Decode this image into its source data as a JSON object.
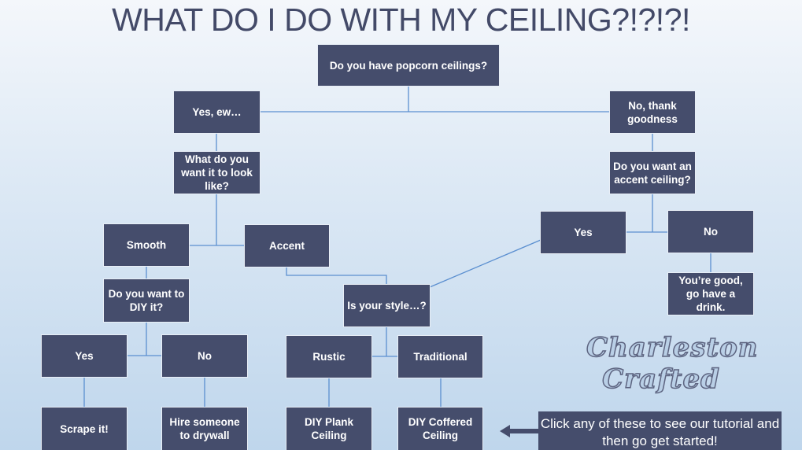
{
  "title": "WHAT DO I DO WITH MY CEILING?!?!?!",
  "nodes": {
    "popcorn": "Do you have popcorn ceilings?",
    "yes_ew": "Yes, ew…",
    "no_thank": "No, thank goodness",
    "what_look": "What do you want it to look like?",
    "accent_q": "Do you want an accent ceiling?",
    "smooth": "Smooth",
    "accent": "Accent",
    "accent_yes": "Yes",
    "accent_no": "No",
    "diy_q": "Do you want to DIY it?",
    "style_q": "Is your style…?",
    "good": "You’re good, go have a drink.",
    "diy_yes": "Yes",
    "diy_no": "No",
    "rustic": "Rustic",
    "traditional": "Traditional",
    "scrape": "Scrape it!",
    "hire": "Hire someone to drywall",
    "plank": "DIY Plank Ceiling",
    "coffered": "DIY Coffered Ceiling"
  },
  "logo": {
    "line1": "Charleston",
    "line2": "Crafted"
  },
  "cta": "Click any of these to see our tutorial and then go get started!",
  "colors": {
    "box": "#454d6c",
    "line": "#5b8fd0",
    "title": "#434a68"
  }
}
